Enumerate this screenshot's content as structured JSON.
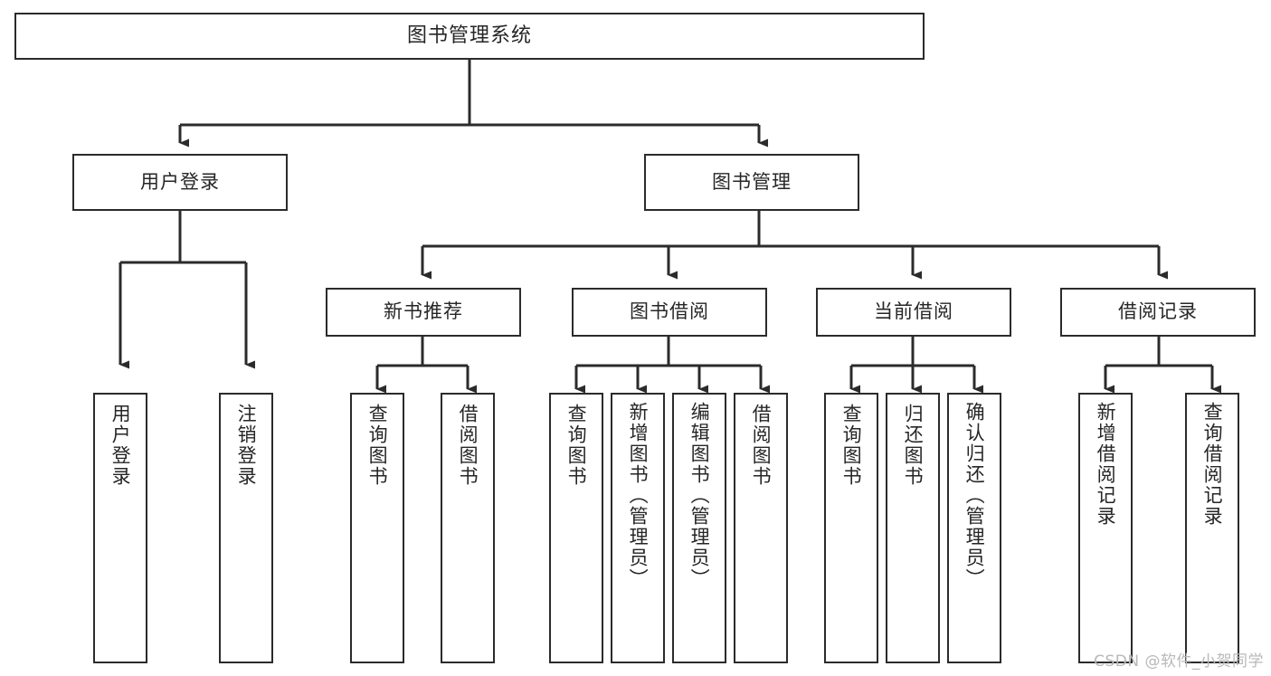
{
  "diagram": {
    "title": "图书管理系统",
    "type": "tree",
    "root": {
      "label": "图书管理系统"
    },
    "level2": [
      {
        "id": "user-login",
        "label": "用户登录"
      },
      {
        "id": "book-manage",
        "label": "图书管理"
      }
    ],
    "level3": [
      {
        "id": "new-book-recommend",
        "label": "新书推荐",
        "parent": "book-manage"
      },
      {
        "id": "book-borrow",
        "label": "图书借阅",
        "parent": "book-manage"
      },
      {
        "id": "current-borrow",
        "label": "当前借阅",
        "parent": "book-manage"
      },
      {
        "id": "borrow-record",
        "label": "借阅记录",
        "parent": "book-manage"
      }
    ],
    "leaves": [
      {
        "id": "leaf-user-login",
        "label": "用户登录",
        "parent": "user-login"
      },
      {
        "id": "leaf-logout",
        "label": "注销登录",
        "parent": "user-login"
      },
      {
        "id": "leaf-query-book-1",
        "label": "查询图书",
        "parent": "new-book-recommend"
      },
      {
        "id": "leaf-borrow-book-1",
        "label": "借阅图书",
        "parent": "new-book-recommend"
      },
      {
        "id": "leaf-query-book-2",
        "label": "查询图书",
        "parent": "book-borrow"
      },
      {
        "id": "leaf-add-book",
        "label": "新增图书（管理员）",
        "parent": "book-borrow"
      },
      {
        "id": "leaf-edit-book",
        "label": "编辑图书（管理员）",
        "parent": "book-borrow"
      },
      {
        "id": "leaf-borrow-book-2",
        "label": "借阅图书",
        "parent": "book-borrow"
      },
      {
        "id": "leaf-query-book-3",
        "label": "查询图书",
        "parent": "current-borrow"
      },
      {
        "id": "leaf-return-book",
        "label": "归还图书",
        "parent": "current-borrow"
      },
      {
        "id": "leaf-confirm-return",
        "label": "确认归还（管理员）",
        "parent": "current-borrow"
      },
      {
        "id": "leaf-add-record",
        "label": "新增借阅记录",
        "parent": "borrow-record"
      },
      {
        "id": "leaf-query-record",
        "label": "查询借阅记录",
        "parent": "borrow-record"
      }
    ],
    "colors": {
      "border": "#2b2b2b",
      "text": "#262626",
      "background": "#ffffff",
      "edge": "#2b2b2b",
      "watermark": "#b8b8b8"
    }
  },
  "watermark": {
    "text": "CSDN @软件_小贺同学"
  }
}
